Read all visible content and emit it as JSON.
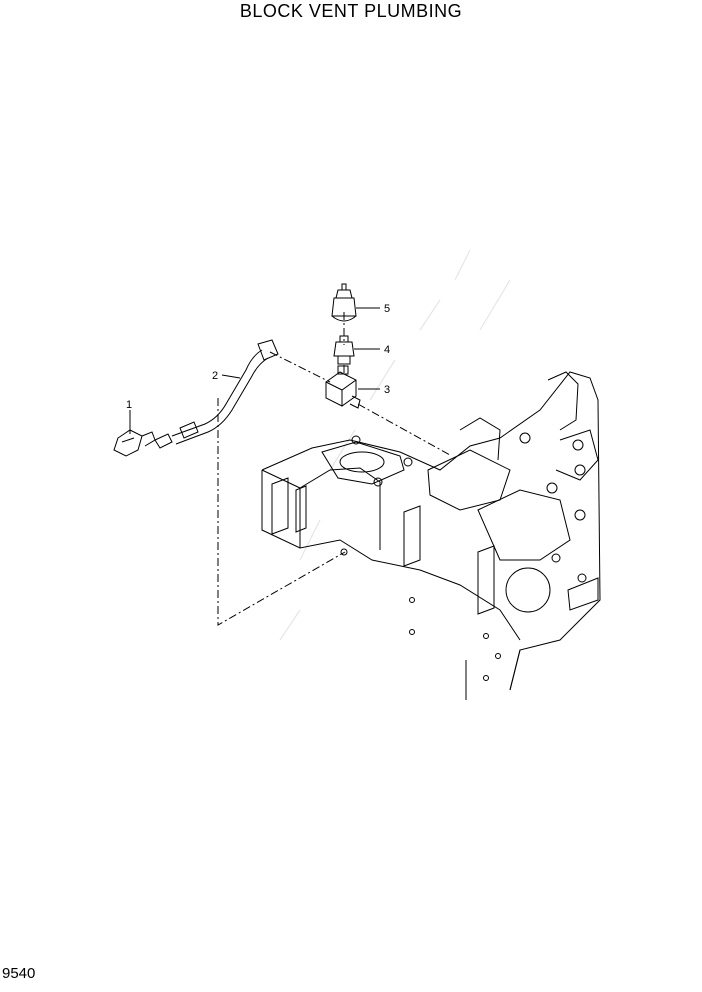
{
  "page": {
    "title": "BLOCK VENT PLUMBING",
    "code": "9540"
  },
  "callouts": [
    {
      "id": "1",
      "label": "1"
    },
    {
      "id": "2",
      "label": "2"
    },
    {
      "id": "3",
      "label": "3"
    },
    {
      "id": "4",
      "label": "4"
    },
    {
      "id": "5",
      "label": "5"
    }
  ],
  "colors": {
    "line": "#000000",
    "background": "#ffffff"
  }
}
